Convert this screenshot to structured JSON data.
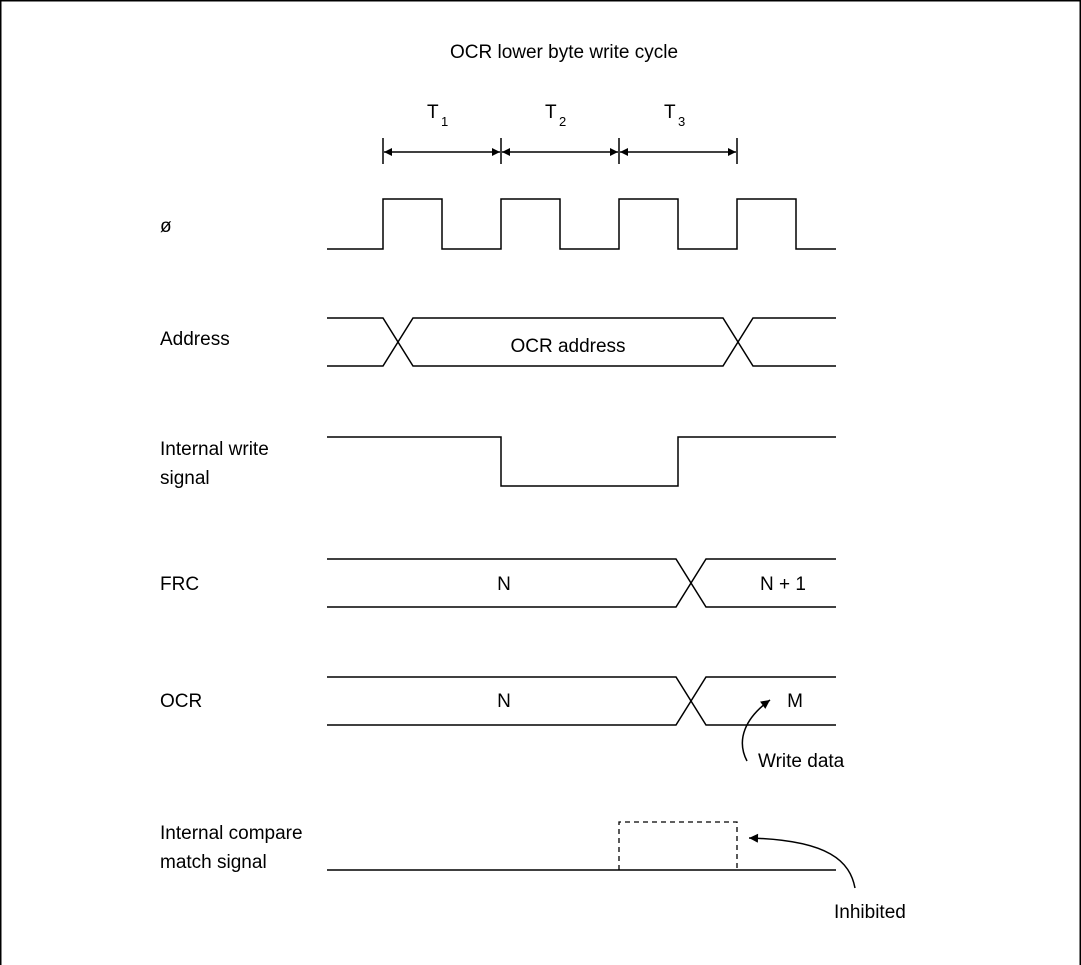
{
  "title": "OCR lower byte write cycle",
  "states": [
    {
      "name": "T",
      "sub": "1"
    },
    {
      "name": "T",
      "sub": "2"
    },
    {
      "name": "T",
      "sub": "3"
    }
  ],
  "signals": {
    "clock": "ø",
    "address": "Address",
    "write_line1": "Internal write",
    "write_line2": "signal",
    "frc": "FRC",
    "ocr": "OCR",
    "compare_line1": "Internal compare",
    "compare_line2": "match signal"
  },
  "values": {
    "address": "OCR address",
    "frc_before": "N",
    "frc_after": "N + 1",
    "ocr_before": "N",
    "ocr_after": "M"
  },
  "annotations": {
    "write_data": "Write data",
    "inhibited": "Inhibited"
  }
}
